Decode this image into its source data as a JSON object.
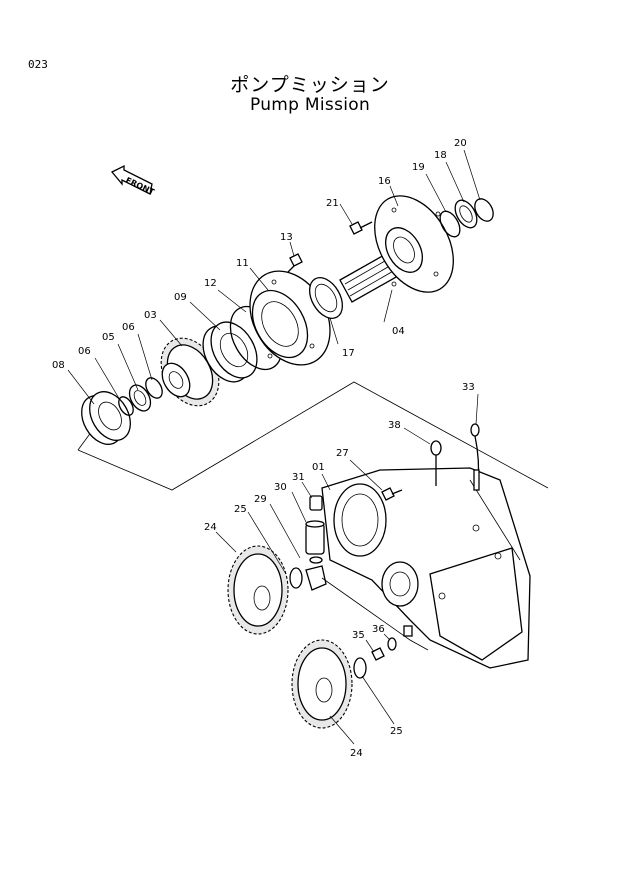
{
  "page_number": "023",
  "title_jp": "ポンプミッション",
  "title_en": "Pump Mission",
  "front_label": "FRONT",
  "parts": {
    "p01": "01",
    "p03": "03",
    "p04": "04",
    "p05": "05",
    "p06a": "06",
    "p06b": "06",
    "p08": "08",
    "p09": "09",
    "p11": "11",
    "p12": "12",
    "p13": "13",
    "p16": "16",
    "p17": "17",
    "p18": "18",
    "p19": "19",
    "p20": "20",
    "p21": "21",
    "p24a": "24",
    "p24b": "24",
    "p25a": "25",
    "p25b": "25",
    "p27": "27",
    "p29": "29",
    "p30": "30",
    "p31": "31",
    "p33": "33",
    "p35": "35",
    "p36": "36",
    "p38": "38"
  }
}
